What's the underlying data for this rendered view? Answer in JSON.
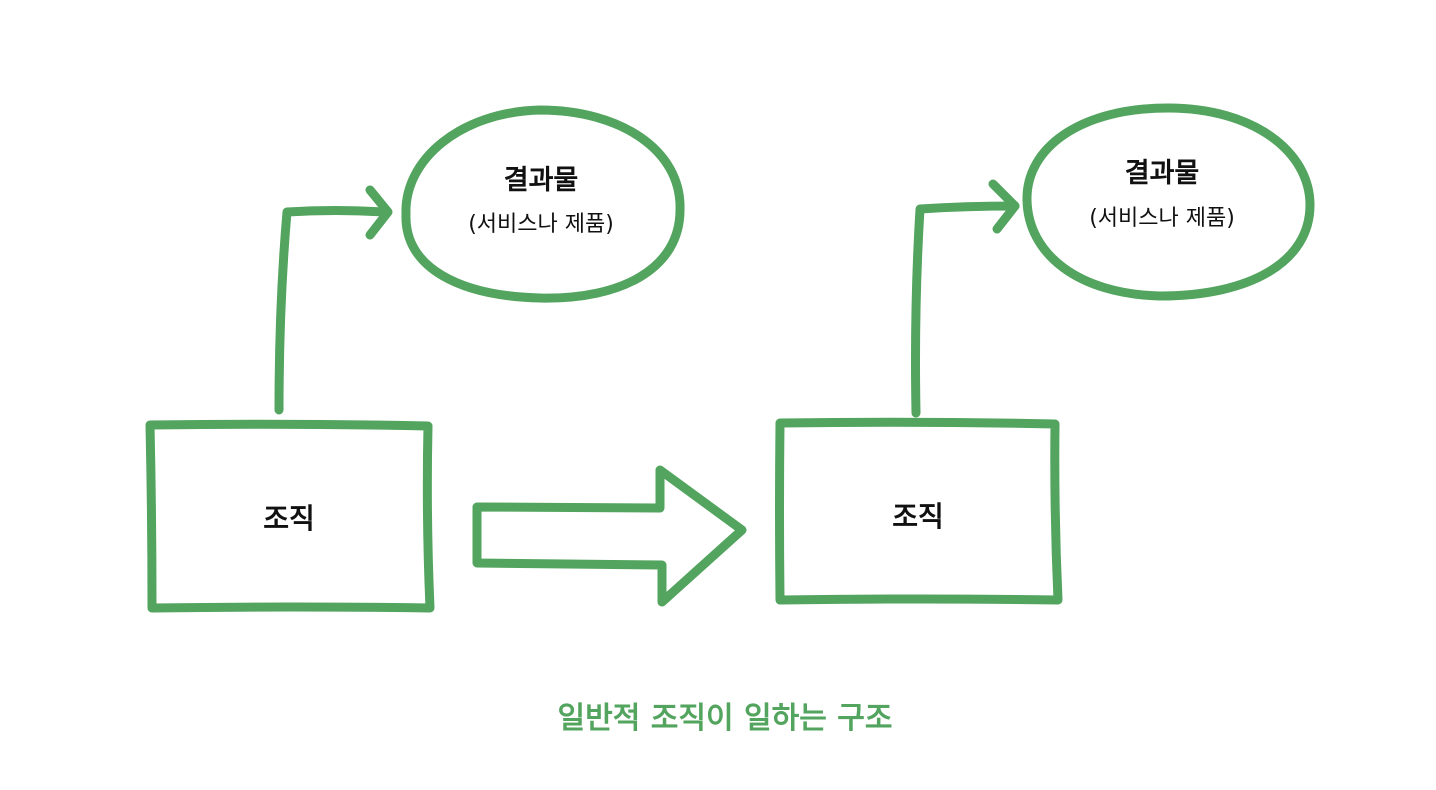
{
  "colors": {
    "stroke": "#52a45e",
    "text": "#111111",
    "caption": "#52a45e"
  },
  "left": {
    "box_label": "조직",
    "outcome_title": "결과물",
    "outcome_subtitle": "(서비스나 제품)"
  },
  "right": {
    "box_label": "조직",
    "outcome_title": "결과물",
    "outcome_subtitle": "(서비스나 제품)"
  },
  "caption": "일반적 조직이 일하는 구조"
}
